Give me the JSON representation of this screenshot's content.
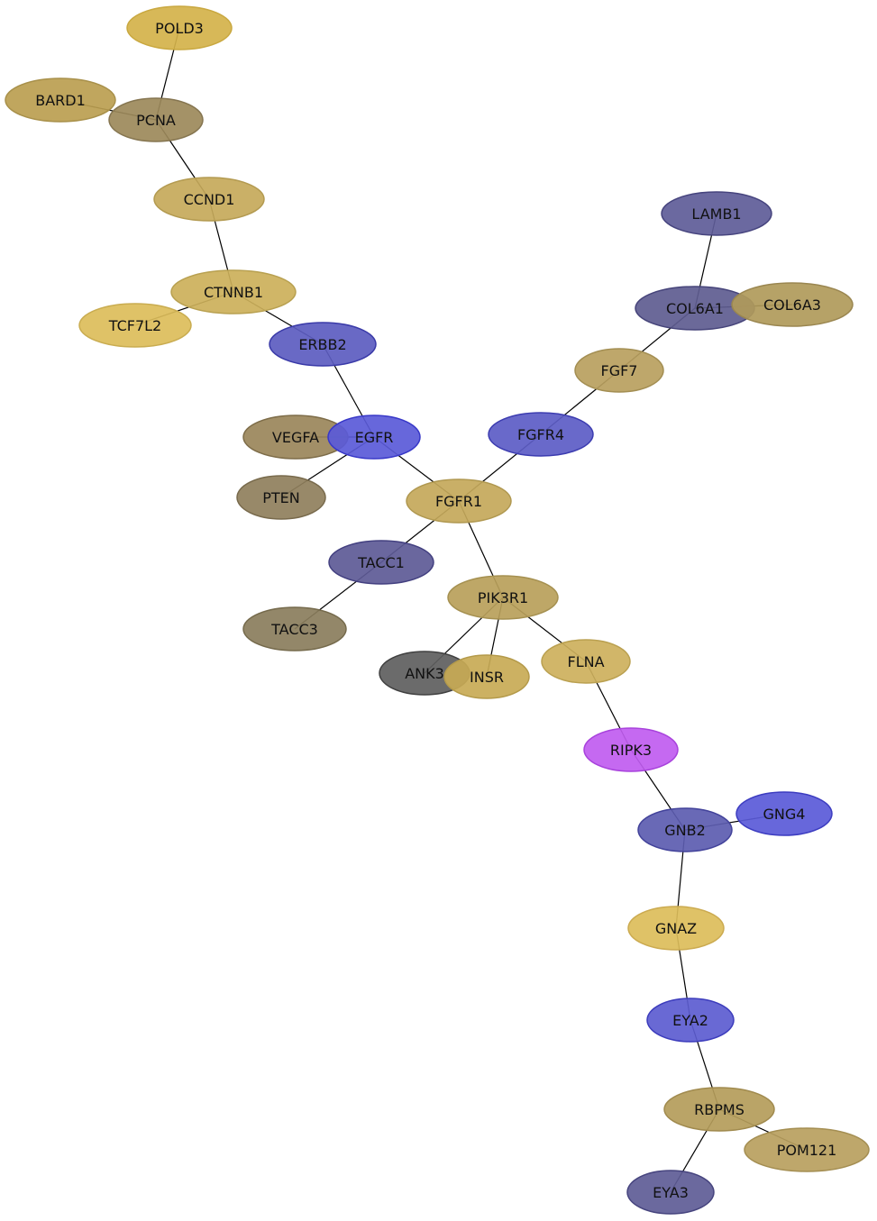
{
  "nodes": [
    {
      "id": "POLD3",
      "label": "POLD3",
      "fill": "#d4b24a",
      "stroke": "#c9a840"
    },
    {
      "id": "BARD1",
      "label": "BARD1",
      "fill": "#bb9e50",
      "stroke": "#a8904a"
    },
    {
      "id": "PCNA",
      "label": "PCNA",
      "fill": "#9c895a",
      "stroke": "#857550"
    },
    {
      "id": "CCND1",
      "label": "CCND1",
      "fill": "#c6a95a",
      "stroke": "#b39a50"
    },
    {
      "id": "CTNNB1",
      "label": "CTNNB1",
      "fill": "#ccb05a",
      "stroke": "#b8a050"
    },
    {
      "id": "TCF7L2",
      "label": "TCF7L2",
      "fill": "#dcbd5a",
      "stroke": "#c9ac50"
    },
    {
      "id": "ERBB2",
      "label": "ERBB2",
      "fill": "#5c5cc0",
      "stroke": "#3a3aa8"
    },
    {
      "id": "VEGFA",
      "label": "VEGFA",
      "fill": "#9a855a",
      "stroke": "#7d6c48"
    },
    {
      "id": "EGFR",
      "label": "EGFR",
      "fill": "#5a5ad8",
      "stroke": "#3838c8"
    },
    {
      "id": "PTEN",
      "label": "PTEN",
      "fill": "#8f7f5c",
      "stroke": "#786a4c"
    },
    {
      "id": "FGFR1",
      "label": "FGFR1",
      "fill": "#c4a85a",
      "stroke": "#b09850"
    },
    {
      "id": "TACC1",
      "label": "TACC1",
      "fill": "#5d5a96",
      "stroke": "#434080"
    },
    {
      "id": "TACC3",
      "label": "TACC3",
      "fill": "#8a7d5c",
      "stroke": "#756a4c"
    },
    {
      "id": "PIK3R1",
      "label": "PIK3R1",
      "fill": "#b8a05a",
      "stroke": "#a59050"
    },
    {
      "id": "ANK3",
      "label": "ANK3",
      "fill": "#5e5e5e",
      "stroke": "#404040"
    },
    {
      "id": "INSR",
      "label": "INSR",
      "fill": "#c8aa55",
      "stroke": "#b49a4a"
    },
    {
      "id": "FLNA",
      "label": "FLNA",
      "fill": "#cdb05c",
      "stroke": "#baa050"
    },
    {
      "id": "FGFR4",
      "label": "FGFR4",
      "fill": "#5c5cc6",
      "stroke": "#3c3cb0"
    },
    {
      "id": "FGF7",
      "label": "FGF7",
      "fill": "#b8a05e",
      "stroke": "#a38e52"
    },
    {
      "id": "COL6A1",
      "label": "COL6A1",
      "fill": "#5e5c90",
      "stroke": "#46447a"
    },
    {
      "id": "COL6A3",
      "label": "COL6A3",
      "fill": "#b09a5a",
      "stroke": "#9a8650"
    },
    {
      "id": "LAMB1",
      "label": "LAMB1",
      "fill": "#5e5c98",
      "stroke": "#46447e"
    },
    {
      "id": "RIPK3",
      "label": "RIPK3",
      "fill": "#c05cf0",
      "stroke": "#a842dc"
    },
    {
      "id": "GNB2",
      "label": "GNB2",
      "fill": "#5c5cb0",
      "stroke": "#42429a"
    },
    {
      "id": "GNG4",
      "label": "GNG4",
      "fill": "#5a5ad8",
      "stroke": "#3c3cc0"
    },
    {
      "id": "GNAZ",
      "label": "GNAZ",
      "fill": "#dcbd5a",
      "stroke": "#cbaa50"
    },
    {
      "id": "EYA2",
      "label": "EYA2",
      "fill": "#5c5cd0",
      "stroke": "#3c3cbc"
    },
    {
      "id": "RBPMS",
      "label": "RBPMS",
      "fill": "#b49c5a",
      "stroke": "#a08a4e"
    },
    {
      "id": "POM121",
      "label": "POM121",
      "fill": "#b8a05e",
      "stroke": "#a48e52"
    },
    {
      "id": "EYA3",
      "label": "EYA3",
      "fill": "#5e5c96",
      "stroke": "#46447e"
    }
  ],
  "edges": [
    [
      "POLD3",
      "PCNA"
    ],
    [
      "BARD1",
      "PCNA"
    ],
    [
      "PCNA",
      "CCND1"
    ],
    [
      "CCND1",
      "CTNNB1"
    ],
    [
      "CTNNB1",
      "TCF7L2"
    ],
    [
      "CTNNB1",
      "ERBB2"
    ],
    [
      "ERBB2",
      "EGFR"
    ],
    [
      "VEGFA",
      "EGFR"
    ],
    [
      "EGFR",
      "PTEN"
    ],
    [
      "EGFR",
      "FGFR1"
    ],
    [
      "FGFR1",
      "TACC1"
    ],
    [
      "TACC1",
      "TACC3"
    ],
    [
      "FGFR1",
      "PIK3R1"
    ],
    [
      "FGFR1",
      "FGFR4"
    ],
    [
      "FGFR4",
      "FGF7"
    ],
    [
      "FGF7",
      "COL6A1"
    ],
    [
      "COL6A1",
      "LAMB1"
    ],
    [
      "COL6A1",
      "COL6A3"
    ],
    [
      "PIK3R1",
      "ANK3"
    ],
    [
      "PIK3R1",
      "INSR"
    ],
    [
      "PIK3R1",
      "FLNA"
    ],
    [
      "FLNA",
      "RIPK3"
    ],
    [
      "RIPK3",
      "GNB2"
    ],
    [
      "GNB2",
      "GNG4"
    ],
    [
      "GNB2",
      "GNAZ"
    ],
    [
      "GNAZ",
      "EYA2"
    ],
    [
      "EYA2",
      "RBPMS"
    ],
    [
      "RBPMS",
      "POM121"
    ],
    [
      "RBPMS",
      "EYA3"
    ]
  ]
}
